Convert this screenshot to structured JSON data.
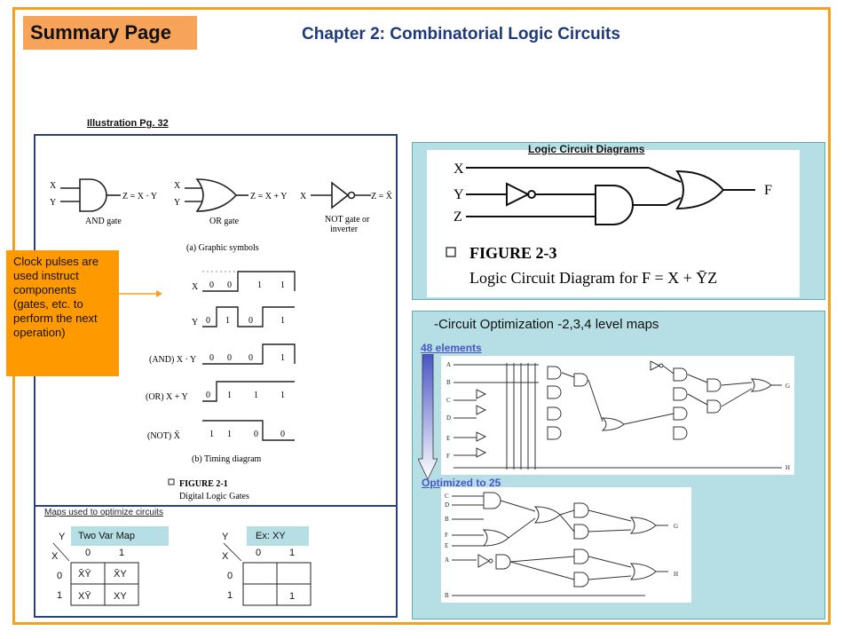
{
  "header": {
    "badge": "Summary Page",
    "chapter": "Chapter 2: Combinatorial Logic Circuits"
  },
  "left": {
    "caption": "Illustration Pg. 32",
    "callout": "Clock pulses are used instruct components (gates, etc. to perform the next operation)",
    "gates": {
      "and_x": "X",
      "and_y": "Y",
      "and_out": "Z = X · Y",
      "and_name": "AND gate",
      "or_x": "X",
      "or_y": "Y",
      "or_out": "Z = X + Y",
      "or_name": "OR gate",
      "not_x": "X",
      "not_out": "Z = X̄",
      "not_name_1": "NOT gate or",
      "not_name_2": "inverter",
      "graphic_caption": "(a) Graphic symbols"
    },
    "timing": {
      "rows": [
        {
          "label": "X",
          "values": [
            "0",
            "0",
            "1",
            "1"
          ]
        },
        {
          "label": "Y",
          "values": [
            "0",
            "1",
            "0",
            "1"
          ]
        },
        {
          "label": "(AND)  X · Y",
          "values": [
            "0",
            "0",
            "0",
            "1"
          ]
        },
        {
          "label": "(OR)   X + Y",
          "values": [
            "0",
            "1",
            "1",
            "1"
          ]
        },
        {
          "label": "(NOT)  X̄",
          "values": [
            "1",
            "1",
            "0",
            "0"
          ]
        }
      ],
      "caption": "(b) Timing diagram",
      "figure": "FIGURE 2-1",
      "figure_sub": "Digital Logic Gates"
    },
    "maps": {
      "caption": "Maps used to optimize circuits",
      "two_var": {
        "title": "Two Var Map",
        "y": "Y",
        "x": "X",
        "cols": [
          "0",
          "1"
        ],
        "rows": [
          "0",
          "1"
        ],
        "cells": [
          "X̄Ȳ",
          "X̄Y",
          "XȲ",
          "XY"
        ]
      },
      "example": {
        "title": "Ex:  XY",
        "y": "Y",
        "x": "X",
        "cols": [
          "0",
          "1"
        ],
        "rows": [
          "0",
          "1"
        ],
        "cells": [
          "",
          "",
          "",
          "1"
        ]
      }
    }
  },
  "right_top": {
    "title": "Logic Circuit Diagrams",
    "inputs": [
      "X",
      "Y",
      "Z"
    ],
    "output": "F",
    "figure": "FIGURE 2-3",
    "figure_caption": "Logic Circuit Diagram for F = X + ȲZ"
  },
  "right_bottom": {
    "title": "-Circuit Optimization -2,3,4 level maps",
    "label_48": "48 elements",
    "label_25_prefix": "Opt",
    "label_25_rest": "imized to 25",
    "big_inputs": [
      "A",
      "B",
      "C",
      "D",
      "E",
      "F"
    ],
    "big_outputs": [
      "G",
      "H"
    ],
    "small_inputs": [
      "C",
      "D",
      "B",
      "F",
      "E",
      "A",
      "B"
    ],
    "small_outputs": [
      "G",
      "H"
    ]
  },
  "colors": {
    "frame": "#f5a01e",
    "badge": "#f7a35a",
    "callout": "#ff9900",
    "panel": "#b6dfe5",
    "title_blue": "#1f3a7a",
    "link_blue": "#4a55c5"
  }
}
